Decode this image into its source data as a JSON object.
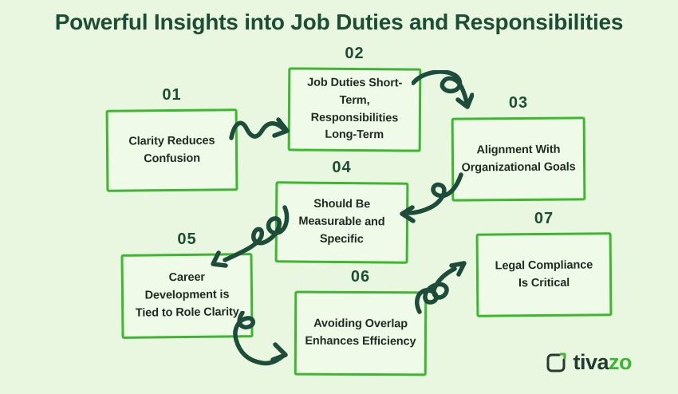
{
  "title": "Powerful Insights into Job Duties and Responsibilities",
  "steps": [
    {
      "number": "01",
      "label": "Clarity Reduces\nConfusion"
    },
    {
      "number": "02",
      "label": "Job Duties Short-\nTerm,\nResponsibilities\nLong-Term"
    },
    {
      "number": "03",
      "label": "Alignment With\nOrganizational Goals"
    },
    {
      "number": "04",
      "label": "Should Be\nMeasurable and\nSpecific"
    },
    {
      "number": "05",
      "label": "Career\nDevelopment is\nTied to Role Clarity"
    },
    {
      "number": "06",
      "label": "Avoiding Overlap\nEnhances Efficiency"
    },
    {
      "number": "07",
      "label": "Legal Compliance\nIs Critical"
    }
  ],
  "logo": {
    "brand_dark": "tiva",
    "brand_accent": "zo"
  },
  "icons": {
    "logo_mark": "rounded-square-corner-mark",
    "connectors": [
      "wave-arrow",
      "loop-arrow",
      "curl-arrow",
      "zigzag-arrow",
      "hook-arrow",
      "spiral-arrow"
    ]
  },
  "colors": {
    "background": "#e9f7e0",
    "box_fill": "#f0fae8",
    "box_border": "#3cb72f",
    "heading": "#1b4e34",
    "box_text": "#1e2b22",
    "arrow": "#1e4c3a",
    "logo_dark": "#223c30",
    "logo_accent": "#3cb72f"
  }
}
